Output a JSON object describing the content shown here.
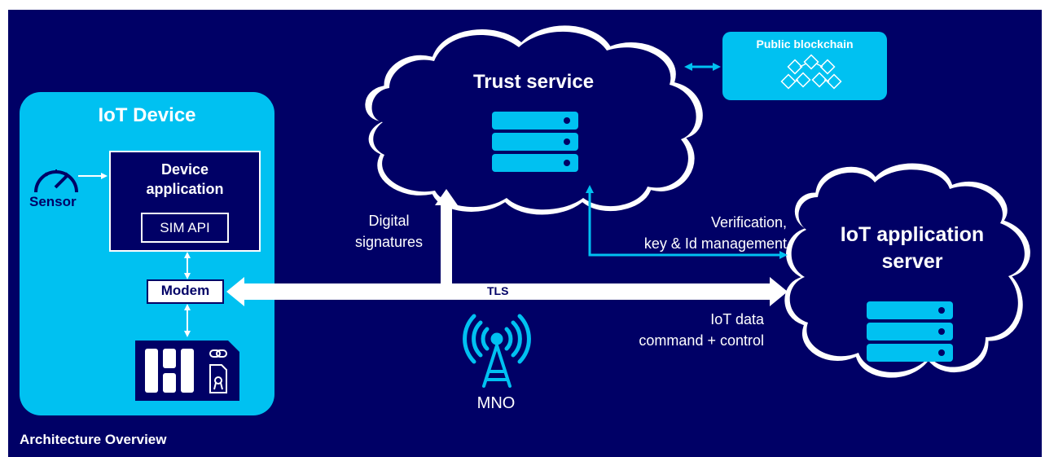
{
  "diagram": {
    "iot_device": {
      "title": "IoT Device",
      "device_application": "Device\napplication",
      "sim_api": "SIM API",
      "modem": "Modem",
      "sensor": "Sensor"
    },
    "trust_service": {
      "title": "Trust service"
    },
    "public_blockchain": {
      "title": "Public blockchain"
    },
    "iot_application_server": {
      "title": "IoT application\nserver"
    },
    "edges": {
      "digital_signatures": "Digital\nsignatures",
      "verification": "Verification,\nkey & Id management",
      "tls": "TLS",
      "iot_data": "IoT data\ncommand + control"
    },
    "mno": "MNO",
    "footer": "Architecture Overview"
  },
  "colors": {
    "background": "#000066",
    "accent": "#00c1f1",
    "white": "#ffffff"
  },
  "icons": [
    "gauge-icon",
    "server-icon",
    "blockchain-icon",
    "antenna-tower-icon",
    "sim-card-icon",
    "link-icon",
    "certificate-icon"
  ]
}
